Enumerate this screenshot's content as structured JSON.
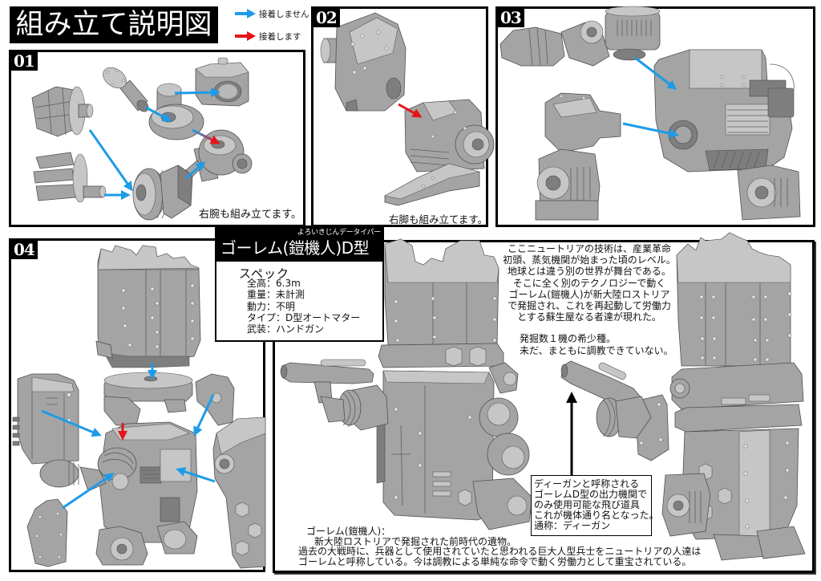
{
  "header": {
    "title": "組み立て説明図",
    "legend": [
      {
        "icon": "blue-arrow-icon",
        "label": "接着しません"
      },
      {
        "icon": "red-arrow-icon",
        "label": "接着します"
      }
    ]
  },
  "panels": {
    "p01": {
      "number": "01",
      "caption": "右腕も組み立てます。"
    },
    "p02": {
      "number": "02",
      "caption": "右脚も組み立てます。"
    },
    "p03": {
      "number": "03"
    },
    "p04": {
      "number": "04"
    }
  },
  "model": {
    "name": "ゴーレム(鎧機人)D型",
    "ruby": "よろいきじんデータイパー",
    "spec_heading": "スペック",
    "separator": "：",
    "specs": [
      {
        "key": "全高",
        "value": "6.3m"
      },
      {
        "key": "重量",
        "value": "未計測"
      },
      {
        "key": "動力",
        "value": "不明"
      },
      {
        "key": "タイプ",
        "value": "D型オートマター"
      },
      {
        "key": "武装",
        "value": "ハンドガン"
      }
    ]
  },
  "lore": {
    "lines": [
      "ここニュートリアの技術は、産業革命",
      "初頭、蒸気機関が始まった頃のレベル。",
      "地球とは違う別の世界が舞台である。",
      "そこに全く別のテクノロジーで動く",
      "ゴーレム(鎧機人)が新大陸ロストリア",
      "で発掘され、これを再起動して労働力",
      "とする蘇生屋なる者達が現れた。"
    ]
  },
  "rarity_note": {
    "lines": [
      "発掘数１機の希少種。",
      "未だ、まともに調教できていない。"
    ]
  },
  "weapon_note": {
    "lines": [
      "ディーガンと呼称される",
      "ゴーレムD型の出力機関で",
      "のみ使用可能な飛び道具",
      "これが機体通り名となった。",
      "通称：ディーガン"
    ]
  },
  "golem_description": {
    "lines": [
      "ゴーレム(鎧機人)：",
      "新大陸ロストリアで発掘された前時代の遺物。",
      "過去の大戦時に、兵器として使用されていたと思われる巨大人型兵士をニュートリアの人達は",
      "ゴーレムと呼称している。今は調教による単純な命令で動く労働力として重宝されている。"
    ]
  },
  "colors": {
    "arrow_blue": "#1e9be8",
    "arrow_red": "#e4161b",
    "arrow_black": "#000000",
    "part_gray": "#a4a4a4",
    "frame": "#000000"
  }
}
